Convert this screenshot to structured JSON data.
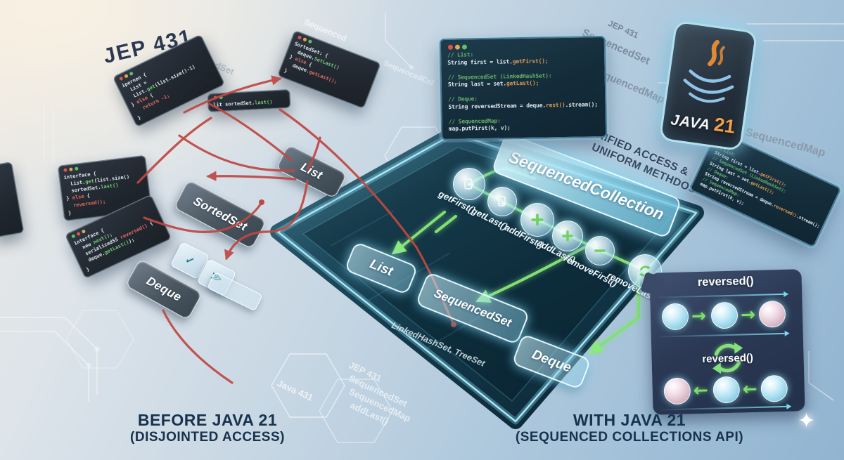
{
  "heading": "JEP 431",
  "captions": {
    "before_1": "BEFORE JAVA 21",
    "before_2": "(DISJOINTED ACCESS)",
    "with_1": "WITH JAVA 21",
    "with_2": "(SEQUENCED COLLECTIONS API)"
  },
  "badge": {
    "java": "JAVA",
    "version": "21"
  },
  "left_labels": {
    "list": "List",
    "sortedset": "SortedSet",
    "deque": "Deque"
  },
  "platform": {
    "collection_label": "SequencedCollection",
    "impl_caption": "LinkedHashSet, TreeSet",
    "pills": {
      "list": "List",
      "sequencedset": "SequencedSet",
      "deque": "Deque"
    },
    "methods": [
      {
        "label": "getFirst()",
        "icon": "document-first-icon"
      },
      {
        "label": "getLast()",
        "icon": "document-last-icon"
      },
      {
        "label": "addFirst()",
        "icon": "plus-icon"
      },
      {
        "label": "addLast()",
        "icon": "plus-icon"
      },
      {
        "label": "removeFirst()",
        "icon": "minus-icon"
      },
      {
        "label": "removeLast()",
        "icon": "cycle-icon"
      }
    ]
  },
  "reversed_panel": {
    "title_top": "reversed()",
    "title_mid": "reversed()"
  },
  "annotations": {
    "unified_1": "UNIFIED ACCESS &",
    "unified_2": "UNIFORM METHDOS"
  },
  "watermarks": {
    "jep_tr": "JEP 431",
    "seqset_tr": "SequencedSet",
    "seqmap_tr": "SequencedMap",
    "seqmap_r": "SequencedMap",
    "addlast_r": "addLast",
    "faint_top": "Sequenced",
    "faint_tl": "SequencedSet",
    "faint_mid": "SequencedCol",
    "hex": "Java 431",
    "bottom": [
      "JEP 431",
      "SequencedSet",
      "SequencedMap",
      "addLast()"
    ]
  },
  "icons": {
    "sparkle": "✦",
    "arrow_right": "→",
    "arrow_left": "←",
    "key_check": "✓",
    "key_chevrons": "≫"
  },
  "colors": {
    "accent_cyan": "#8fe3f7",
    "trace_green": "#82de74",
    "error_red": "#bf4743",
    "comment_green": "#65ab68",
    "method_orange": "#dd9851",
    "caption_navy": "#17324d",
    "java_orange": "#efa04a"
  },
  "code": {
    "main": {
      "lines": [
        [
          {
            "t": "// List:",
            "c": "c"
          }
        ],
        [
          {
            "t": "String first = list.",
            "c": "p"
          },
          {
            "t": "getFirst();",
            "c": "m"
          }
        ],
        [],
        [
          {
            "t": "// SequencedSet (LinkedHashSet):",
            "c": "c"
          }
        ],
        [
          {
            "t": "String last = set.",
            "c": "p"
          },
          {
            "t": "getLast();",
            "c": "m"
          }
        ],
        [],
        [
          {
            "t": "// Deque:",
            "c": "c"
          }
        ],
        [
          {
            "t": "String reversedStream = deque.",
            "c": "p"
          },
          {
            "t": "rest()",
            "c": "m"
          },
          {
            "t": ".stream();",
            "c": "p"
          }
        ],
        [],
        [
          {
            "t": "// SequencedMap:",
            "c": "c"
          }
        ],
        [
          {
            "t": "map.putPirst(k, v);",
            "c": "p"
          }
        ]
      ]
    },
    "side": {
      "lines": [
        [
          {
            "t": "// List:",
            "c": "c"
          }
        ],
        [
          {
            "t": "String first = list.",
            "c": "p"
          },
          {
            "t": "getFirst();",
            "c": "m"
          }
        ],
        [
          {
            "t": "// SequencedSet (LinkedHashSet);",
            "c": "c"
          }
        ],
        [
          {
            "t": "String last = set.",
            "c": "p"
          },
          {
            "t": "getLast();",
            "c": "m"
          }
        ],
        [
          {
            "t": "// Deque:",
            "c": "c"
          }
        ],
        [
          {
            "t": "String reversedStream = deque.",
            "c": "p"
          },
          {
            "t": "reversed()",
            "c": "m"
          },
          {
            "t": ".stream();",
            "c": "p"
          }
        ],
        [
          {
            "t": "// SequencedMap:",
            "c": "c"
          }
        ],
        [
          {
            "t": "map.putFirst(k, v);",
            "c": "p"
          }
        ]
      ]
    },
    "win1": {
      "lines": [
        [
          {
            "t": "ipernen {",
            "c": "p"
          }
        ],
        [
          {
            "t": "  List =",
            "c": "p"
          }
        ],
        [
          {
            "t": "  List.",
            "c": "p"
          },
          {
            "t": "get",
            "c": "g"
          },
          {
            "t": "(list.size()-1)",
            "c": "p"
          }
        ],
        [
          {
            "t": "} ",
            "c": "p"
          },
          {
            "t": "else",
            "c": "r"
          },
          {
            "t": " {",
            "c": "p"
          }
        ],
        [
          {
            "t": "   ",
            "c": "p"
          },
          {
            "t": "return -1;",
            "c": "r"
          }
        ],
        [
          {
            "t": "}",
            "c": "p"
          }
        ]
      ]
    },
    "win2": {
      "lines": [
        [
          {
            "t": "interface {",
            "c": "p"
          }
        ],
        [
          {
            "t": "  List.",
            "c": "p"
          },
          {
            "t": "get",
            "c": "g"
          },
          {
            "t": "(list.size()",
            "c": "p"
          }
        ],
        [
          {
            "t": "  sortedSet.",
            "c": "p"
          },
          {
            "t": "last()",
            "c": "g"
          }
        ],
        [
          {
            "t": "} ",
            "c": "p"
          },
          {
            "t": "else",
            "c": "r"
          },
          {
            "t": " {",
            "c": "p"
          }
        ],
        [
          {
            "t": "  ",
            "c": "p"
          },
          {
            "t": "reversed();",
            "c": "r"
          }
        ],
        [
          {
            "t": "}",
            "c": "p"
          }
        ]
      ]
    },
    "win3": {
      "lines": [
        [
          {
            "t": "interface {",
            "c": "p"
          }
        ],
        [
          {
            "t": "  new ",
            "c": "p"
          },
          {
            "t": "next();",
            "c": "g"
          }
        ],
        [
          {
            "t": "  serializedSS ",
            "c": "p"
          },
          {
            "t": "reversed()",
            "c": "r"
          },
          {
            "t": " {",
            "c": "p"
          }
        ],
        [
          {
            "t": "  deque.",
            "c": "p"
          },
          {
            "t": "getLast()",
            "c": "g"
          },
          {
            "t": ");",
            "c": "p"
          }
        ],
        [
          {
            "t": "}",
            "c": "p"
          }
        ]
      ]
    },
    "win4": {
      "lines": [
        [
          {
            "t": "SortedSet: {",
            "c": "p"
          }
        ],
        [
          {
            "t": "  deque.",
            "c": "p"
          },
          {
            "t": "SetLast()",
            "c": "g"
          }
        ],
        [
          {
            "t": "} ",
            "c": "p"
          },
          {
            "t": "else",
            "c": "r"
          },
          {
            "t": " {",
            "c": "p"
          }
        ],
        [
          {
            "t": "  deque.",
            "c": "p"
          },
          {
            "t": "getLast();",
            "c": "r"
          }
        ],
        [
          {
            "t": "}",
            "c": "p"
          }
        ]
      ]
    },
    "bar": {
      "lines": [
        [
          {
            "t": "lit sortedSet.",
            "c": "p"
          },
          {
            "t": "last()",
            "c": "g"
          }
        ]
      ]
    }
  }
}
